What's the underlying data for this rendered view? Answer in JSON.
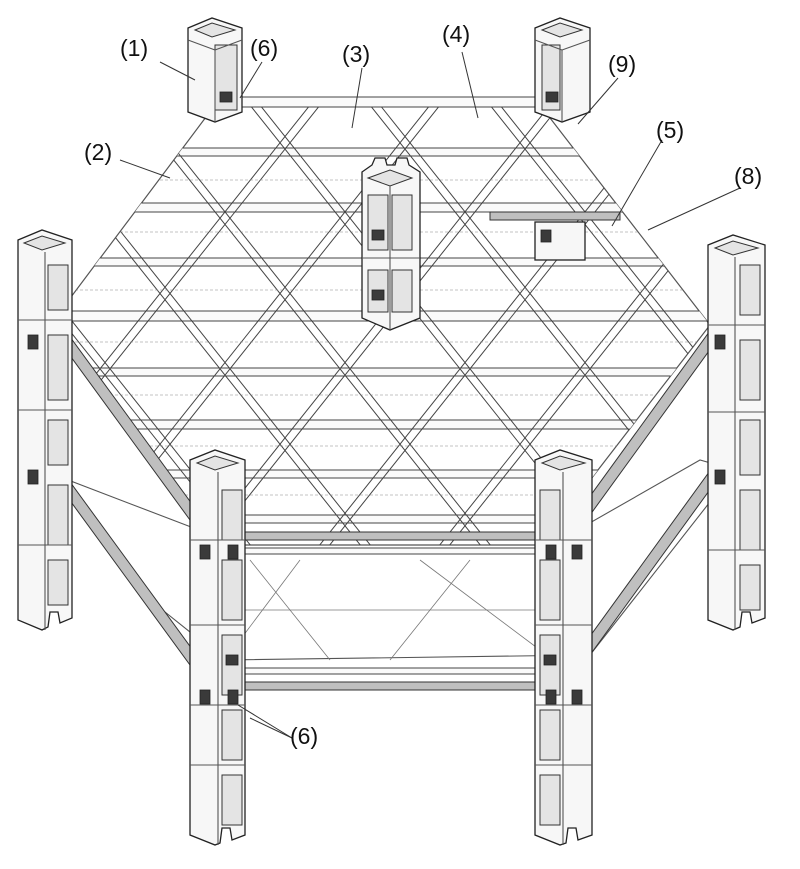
{
  "labels": [
    {
      "id": "1",
      "text": "(1)"
    },
    {
      "id": "6a",
      "text": "(6)"
    },
    {
      "id": "3",
      "text": "(3)"
    },
    {
      "id": "4",
      "text": "(4)"
    },
    {
      "id": "9",
      "text": "(9)"
    },
    {
      "id": "2",
      "text": "(2)"
    },
    {
      "id": "5",
      "text": "(5)"
    },
    {
      "id": "8",
      "text": "(8)"
    },
    {
      "id": "6b",
      "text": "(6)"
    }
  ]
}
